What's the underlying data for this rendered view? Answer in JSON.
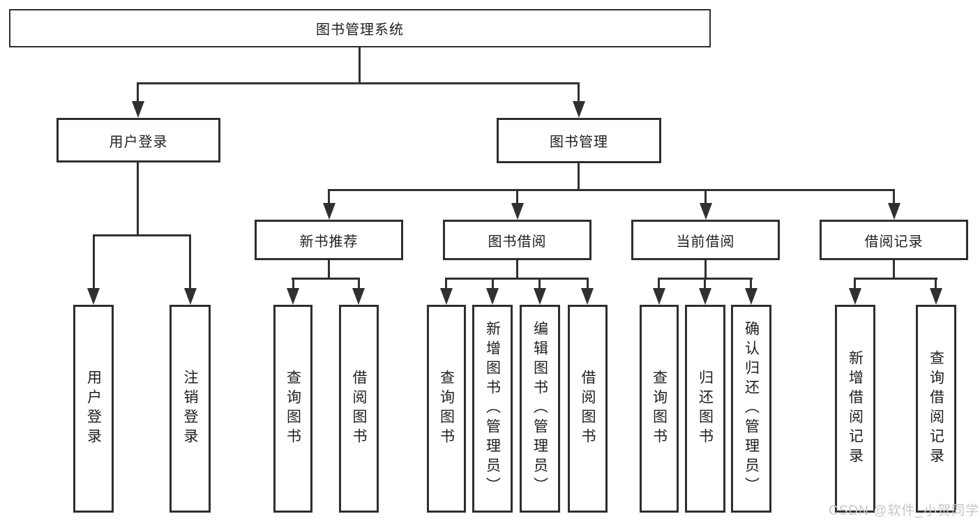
{
  "diagram": {
    "title_node": {
      "label": "图书管理系统"
    },
    "level2": [
      {
        "label": "用户登录"
      },
      {
        "label": "图书管理"
      }
    ],
    "level3": [
      {
        "label": "新书推荐"
      },
      {
        "label": "图书借阅"
      },
      {
        "label": "当前借阅"
      },
      {
        "label": "借阅记录"
      }
    ],
    "leaves": {
      "user_login": [
        "用户登录",
        "注销登录"
      ],
      "new_book_recommend": [
        "查询图书",
        "借阅图书"
      ],
      "book_borrow": [
        "查询图书",
        "新增图书（管理员）",
        "编辑图书（管理员）",
        "借阅图书"
      ],
      "current_borrow": [
        "查询图书",
        "归还图书",
        "确认归还（管理员）"
      ],
      "borrow_records": [
        "新增借阅记录",
        "查询借阅记录"
      ]
    },
    "watermark": "CSDN @软件_小贺同学",
    "colors": {
      "line": "#303030",
      "text": "#1f1f1f",
      "watermark": "#c6c6c6",
      "background": "#ffffff"
    }
  }
}
